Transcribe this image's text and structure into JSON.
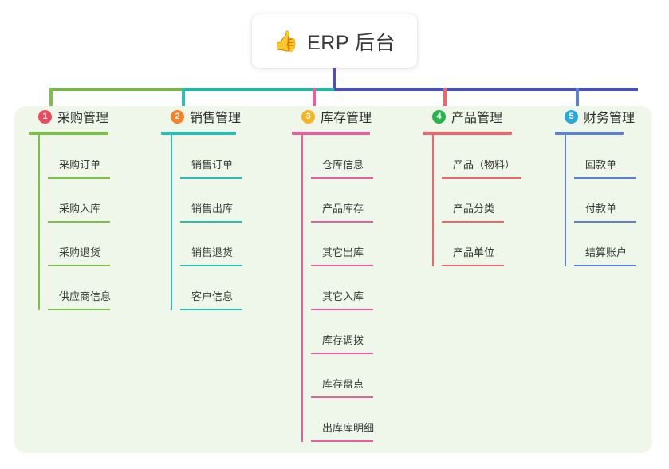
{
  "root": {
    "icon": "thumbs-up-icon",
    "icon_glyph": "👍",
    "title": "ERP 后台"
  },
  "theme": {
    "panel_bg": "#eef7e9",
    "page_bg": "#ffffff",
    "stem_color": "#4b4fc4",
    "bus_left": "#76b843",
    "bus_mid": "#1cb9a8",
    "bus_right": "#4b4fc4"
  },
  "columns": [
    {
      "index": "1",
      "title": "采购管理",
      "badge_color": "#ee4a5e",
      "line_color": "#7cc04a",
      "items": [
        "采购订单",
        "采购入库",
        "采购退货",
        "供应商信息"
      ]
    },
    {
      "index": "2",
      "title": "销售管理",
      "badge_color": "#f5822a",
      "line_color": "#29bdb4",
      "items": [
        "销售订单",
        "销售出库",
        "销售退货",
        "客户信息"
      ]
    },
    {
      "index": "3",
      "title": "库存管理",
      "badge_color": "#f8b320",
      "line_color": "#e85fa0",
      "items": [
        "仓库信息",
        "产品库存",
        "其它出库",
        "其它入库",
        "库存调拨",
        "库存盘点",
        "出库库明细"
      ]
    },
    {
      "index": "4",
      "title": "产品管理",
      "badge_color": "#2ab34a",
      "line_color": "#f0646b",
      "items": [
        "产品（物料）",
        "产品分类",
        "产品单位"
      ]
    },
    {
      "index": "5",
      "title": "财务管理",
      "badge_color": "#29a8e0",
      "line_color": "#5b7fd4",
      "items": [
        "回款单",
        "付款单",
        "结算账户"
      ]
    }
  ]
}
